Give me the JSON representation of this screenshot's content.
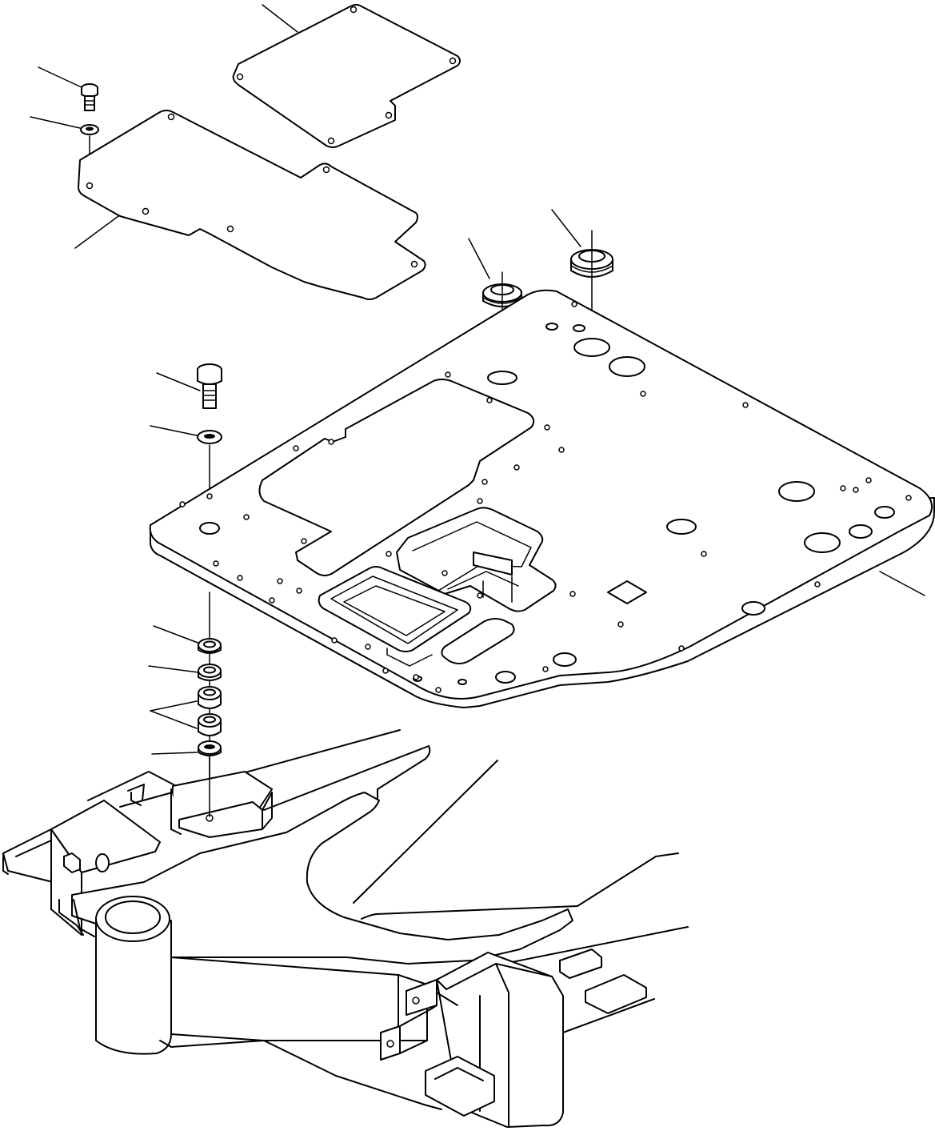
{
  "figure": {
    "kind": "exploded-parts-diagram",
    "line_color": "#000000",
    "background": "#ffffff"
  },
  "parts": [
    {
      "id": "top-cover",
      "leader": true
    },
    {
      "id": "bolt-small",
      "leader": true
    },
    {
      "id": "washer-small",
      "leader": true
    },
    {
      "id": "cover-plate",
      "leader": true
    },
    {
      "id": "grommet-left",
      "leader": true
    },
    {
      "id": "grommet-right",
      "leader": true
    },
    {
      "id": "bolt-large",
      "leader": true
    },
    {
      "id": "washer-large",
      "leader": true
    },
    {
      "id": "grommet-center",
      "leader": true
    },
    {
      "id": "floor-plate",
      "leader": true
    },
    {
      "id": "mount-washer-1",
      "leader": true
    },
    {
      "id": "mount-washer-2",
      "leader": true
    },
    {
      "id": "mount-damper-pair",
      "leader": true
    },
    {
      "id": "mount-washer-3",
      "leader": true
    },
    {
      "id": "revolving-frame",
      "leader": false
    }
  ]
}
